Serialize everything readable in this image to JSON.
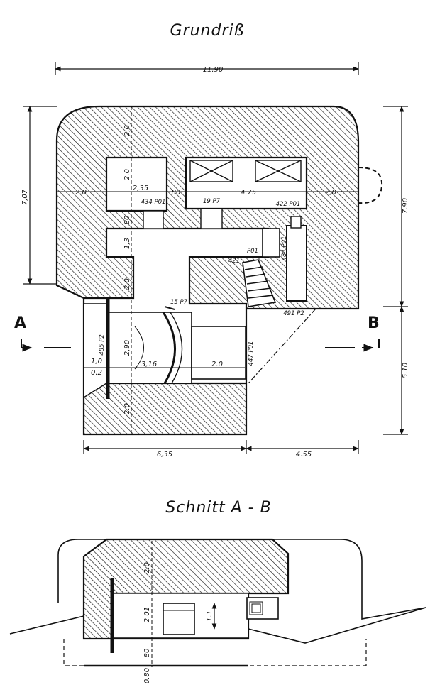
{
  "titles": {
    "plan": "Grundriß",
    "section": "Schnitt A - B"
  },
  "section_markers": {
    "a": "A",
    "b": "B"
  },
  "plan_dimensions": {
    "total_width": "11.90",
    "left_height": "7,07",
    "right_upper_height": "7.90",
    "right_lower_height": "5.10",
    "bottom_left_width": "6,35",
    "bottom_right_width": "4.55",
    "left_wall": "2.0",
    "room_left_width": "2,35",
    "room_left_height": "2.0",
    "partition": "80",
    "room_right_width": "4.75",
    "right_wall": "2,0",
    "top_wall": "2,0",
    "inner_wall_a": "80",
    "inner_wall_b": "1,3",
    "corridor_wall": "2.0",
    "gun_room_height": "2,90",
    "gun_room_depth": "3,16",
    "passage_length": "2.0",
    "front_a": "1,0",
    "front_b": "0,2",
    "bottom_wall": "2.0"
  },
  "plan_labels": {
    "door_left_room": "434 P01",
    "door_right_room": "19 P7",
    "door_right_corner": "422 P01",
    "vent_right": "484 P01",
    "stair_top": "P01",
    "stair_side": "421",
    "door_bottom_right": "491 P2",
    "embrasure": "15 P7",
    "front_plate": "485 P2",
    "exit_door": "447 P01"
  },
  "section_dimensions": {
    "roof": "2.0",
    "room_height": "2.01",
    "opening": "1.1",
    "floor": "80",
    "base": "0.80"
  },
  "colors": {
    "ink": "#111111",
    "paper": "#ffffff"
  }
}
